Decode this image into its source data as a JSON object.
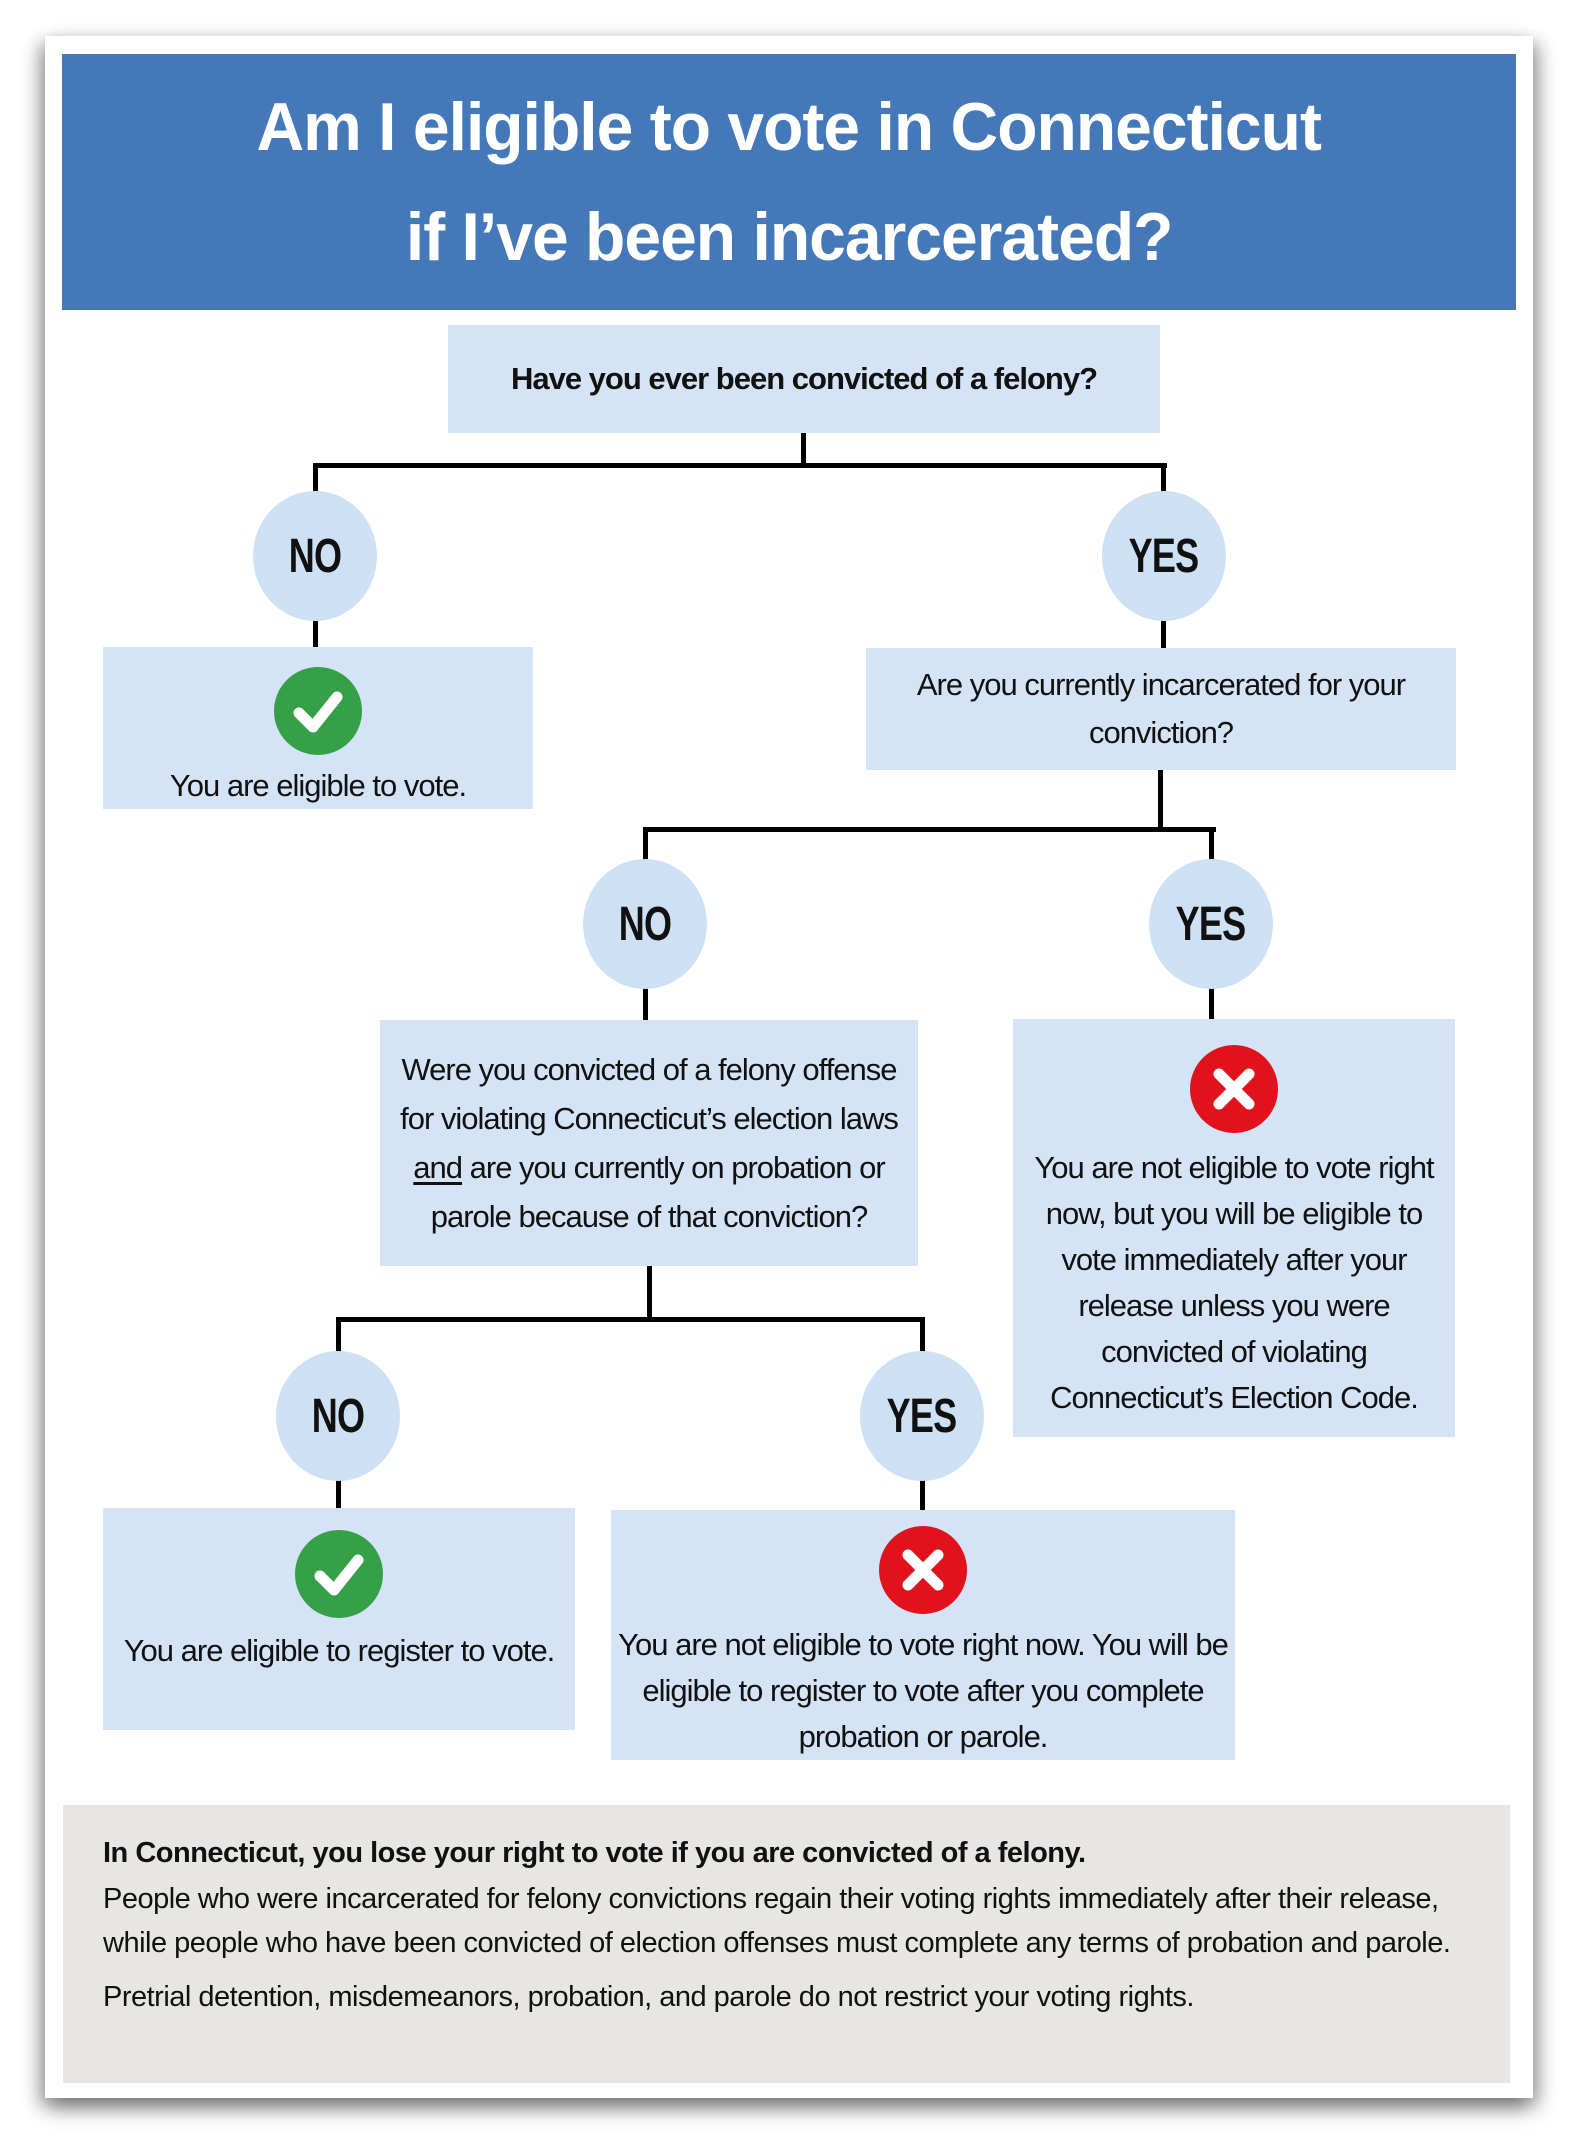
{
  "page": {
    "title_line1": "Am I eligible to vote in Connecticut",
    "title_line2": "if I’ve been incarcerated?"
  },
  "flow": {
    "q1": {
      "text": "Have you ever been convicted of a felony?"
    },
    "branch1": {
      "no_label": "NO",
      "yes_label": "YES"
    },
    "result_eligible": {
      "icon": "check-icon",
      "text": "You are eligible to vote."
    },
    "q2": {
      "text": "Are you currently incarcerated for your conviction?"
    },
    "branch2": {
      "no_label": "NO",
      "yes_label": "YES"
    },
    "q3": {
      "text_before_and": "Were you convicted of a felony offense for violating Connecticut’s election laws ",
      "underlined_word": "and",
      "text_after_and": " are you currently on probation or parole because of that conviction?"
    },
    "result_not_eligible_now": {
      "icon": "cross-icon",
      "text": "You are not eligible to vote right now, but you will be eligible to vote immediately after your release unless you were convicted of violating Connecticut’s Election Code."
    },
    "branch3": {
      "no_label": "NO",
      "yes_label": "YES"
    },
    "result_register": {
      "icon": "check-icon",
      "text": "You are eligible to register to vote."
    },
    "result_after_probation": {
      "icon": "cross-icon",
      "text": "You are not eligible to vote right now. You will be eligible to register to vote after you complete probation or parole."
    }
  },
  "footer": {
    "headline": "In Connecticut, you lose your right to vote if you are convicted of a felony.",
    "para1": "People who were incarcerated for felony convictions regain their voting rights immediately after their release, while people who have been convicted of election offenses must complete any terms of probation and parole.",
    "para2": "Pretrial detention, misdemeanors, probation, and parole do not restrict your voting rights."
  },
  "colors": {
    "banner_blue": "#4478b8",
    "box_blue": "#d4e3f5",
    "circle_blue": "#cde0f4",
    "check_green": "#35a047",
    "cross_red": "#e2121c",
    "footer_gray": "#e7e6e3",
    "line_black": "#000000"
  }
}
